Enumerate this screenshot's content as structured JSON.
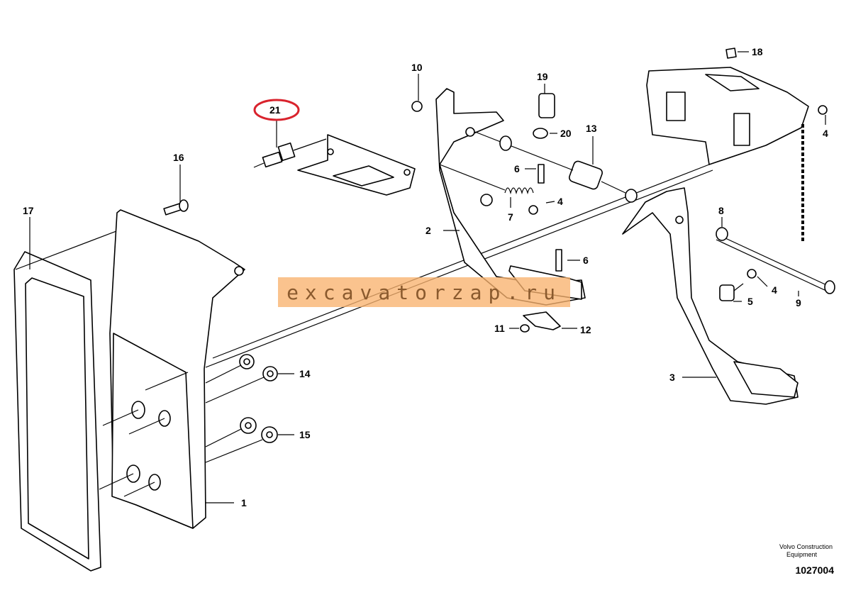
{
  "callouts": {
    "c1": "1",
    "c2": "2",
    "c3": "3",
    "c4a": "4",
    "c4b": "4",
    "c4c": "4",
    "c5": "5",
    "c6a": "6",
    "c6b": "6",
    "c7": "7",
    "c8": "8",
    "c9": "9",
    "c10": "10",
    "c11": "11",
    "c12": "12",
    "c13": "13",
    "c14": "14",
    "c15": "15",
    "c16": "16",
    "c17": "17",
    "c18": "18",
    "c19": "19",
    "c20": "20",
    "c21": "21"
  },
  "highlighted_callout": "21",
  "highlight_color": "#d9232d",
  "watermark": "excavatorzap.ru",
  "footer": {
    "company_line1": "Volvo Construction",
    "company_line2": "Equipment",
    "drawing_number": "1027004"
  }
}
